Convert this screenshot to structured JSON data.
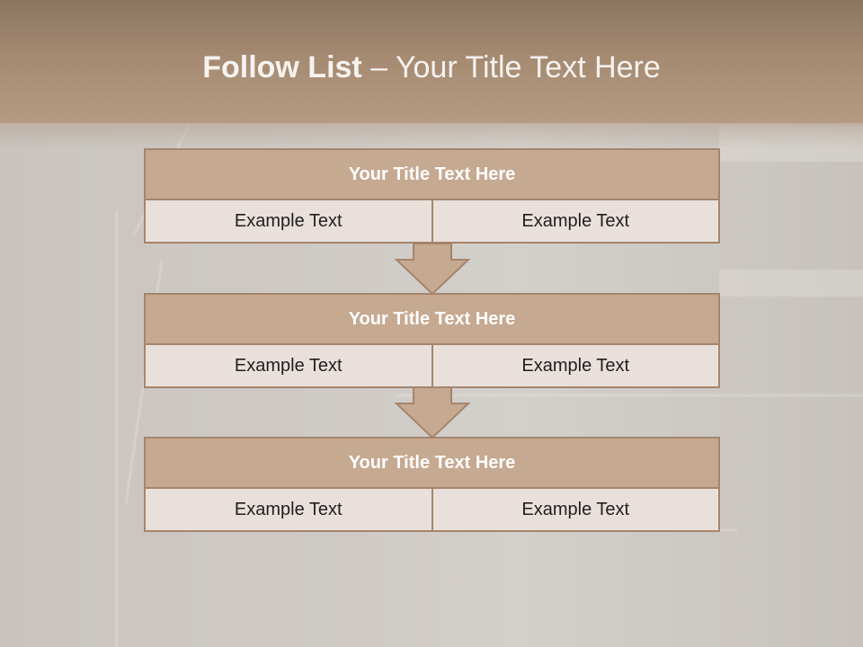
{
  "slide": {
    "title_bold": "Follow List",
    "title_rest": " – Your Title Text Here"
  },
  "blocks": [
    {
      "title": "Your Title Text Here",
      "left": "Example Text",
      "right": "Example Text"
    },
    {
      "title": "Your Title Text Here",
      "left": "Example Text",
      "right": "Example Text"
    },
    {
      "title": "Your Title Text Here",
      "left": "Example Text",
      "right": "Example Text"
    }
  ],
  "colors": {
    "header": "#a58a72",
    "box_fill": "#c6a991",
    "box_border": "#a4856c",
    "cell_fill": "#e9e0dc"
  }
}
